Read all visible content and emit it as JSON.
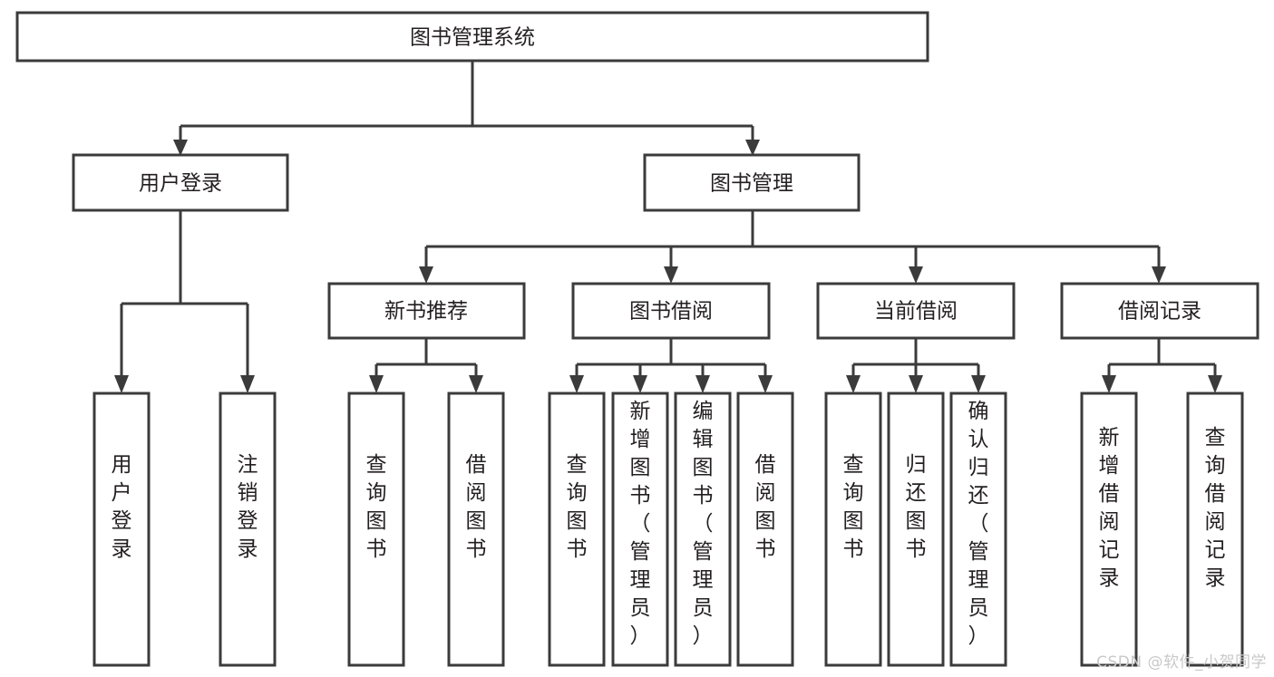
{
  "diagram": {
    "title": "图书管理系统",
    "type": "tree-hierarchy",
    "watermark": "CSDN @软件_小贺同学",
    "colors": {
      "box_fill": "#ffffff",
      "box_stroke": "#3b3b3b",
      "text": "#231f20",
      "watermark": "#c9c9c9",
      "background": "#ffffff"
    },
    "root": {
      "label": "图书管理系统"
    },
    "level1": [
      {
        "id": "user-login",
        "label": "用户登录"
      },
      {
        "id": "book-management",
        "label": "图书管理"
      }
    ],
    "level2": [
      {
        "id": "new-book-recommend",
        "label": "新书推荐",
        "parent": "book-management"
      },
      {
        "id": "book-borrow",
        "label": "图书借阅",
        "parent": "book-management"
      },
      {
        "id": "current-borrow",
        "label": "当前借阅",
        "parent": "book-management"
      },
      {
        "id": "borrow-record",
        "label": "借阅记录",
        "parent": "book-management"
      }
    ],
    "leaves": {
      "user-login": [
        {
          "id": "leaf-user-login",
          "label": "用户登录"
        },
        {
          "id": "leaf-logout-login",
          "label": "注销登录"
        }
      ],
      "new-book-recommend": [
        {
          "id": "leaf-query-book-1",
          "label": "查询图书"
        },
        {
          "id": "leaf-borrow-book-1",
          "label": "借阅图书"
        }
      ],
      "book-borrow": [
        {
          "id": "leaf-query-book-2",
          "label": "查询图书"
        },
        {
          "id": "leaf-add-book",
          "label": "新增图书（管理员）"
        },
        {
          "id": "leaf-edit-book",
          "label": "编辑图书（管理员）"
        },
        {
          "id": "leaf-borrow-book-2",
          "label": "借阅图书"
        }
      ],
      "current-borrow": [
        {
          "id": "leaf-query-book-3",
          "label": "查询图书"
        },
        {
          "id": "leaf-return-book",
          "label": "归还图书"
        },
        {
          "id": "leaf-confirm-return",
          "label": "确认归还（管理员）"
        }
      ],
      "borrow-record": [
        {
          "id": "leaf-add-record",
          "label": "新增借阅记录"
        },
        {
          "id": "leaf-query-record",
          "label": "查询借阅记录"
        }
      ]
    }
  }
}
